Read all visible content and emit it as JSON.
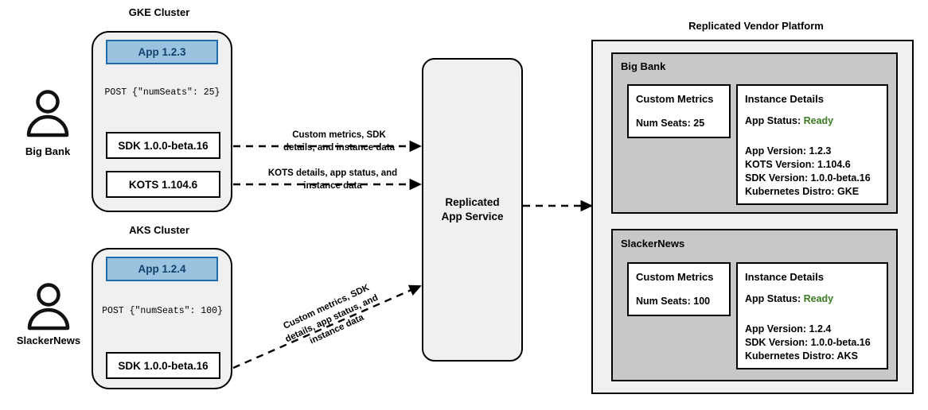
{
  "customers": [
    {
      "name": "Big Bank",
      "icon": "person-icon"
    },
    {
      "name": "SlackerNews",
      "icon": "person-icon"
    }
  ],
  "clusters": [
    {
      "title": "GKE Cluster",
      "app_label": "App 1.2.3",
      "payload": "POST {\"numSeats\": 25}",
      "components": [
        {
          "label": "SDK 1.0.0-beta.16"
        },
        {
          "label": "KOTS 1.104.6"
        }
      ]
    },
    {
      "title": "AKS Cluster",
      "app_label": "App 1.2.4",
      "payload": "POST {\"numSeats\": 100}",
      "components": [
        {
          "label": "SDK 1.0.0-beta.16"
        }
      ]
    }
  ],
  "service": {
    "label_line1": "Replicated",
    "label_line2": "App Service"
  },
  "edge_labels": {
    "sdk_gke": "Custom metrics, SDK\ndetails, and instance data",
    "kots_gke": "KOTS details, app status, and\ninstance data",
    "sdk_aks": "Custom metrics, SDK\ndetails, app status, and\ninstance data"
  },
  "platform": {
    "title": "Replicated Vendor Platform",
    "customers": [
      {
        "name": "Big Bank",
        "metrics_card": {
          "title": "Custom Metrics",
          "lines": [
            "Num Seats: 25"
          ]
        },
        "instance_card": {
          "title": "Instance Details",
          "status_label": "App Status:",
          "status_value": "Ready",
          "status_color": "#3a7d22",
          "lines": [
            "App Version: 1.2.3",
            "KOTS Version: 1.104.6",
            "SDK Version: 1.0.0-beta.16",
            "Kubernetes Distro: GKE"
          ]
        }
      },
      {
        "name": "SlackerNews",
        "metrics_card": {
          "title": "Custom Metrics",
          "lines": [
            "Num Seats: 100"
          ]
        },
        "instance_card": {
          "title": "Instance Details",
          "status_label": "App Status:",
          "status_value": "Ready",
          "status_color": "#3a7d22",
          "lines": [
            "App Version: 1.2.4",
            "SDK Version: 1.0.0-beta.16",
            "Kubernetes Distro: AKS"
          ]
        }
      }
    ]
  },
  "colors": {
    "app_fill": "#9ac3e0",
    "app_border": "#1f6cb0",
    "app_text": "#10406b",
    "cluster_fill": "#f0f0f0",
    "panel_fill": "#c8c8c8",
    "status_ready": "#3a7d22",
    "stroke": "#000000"
  }
}
